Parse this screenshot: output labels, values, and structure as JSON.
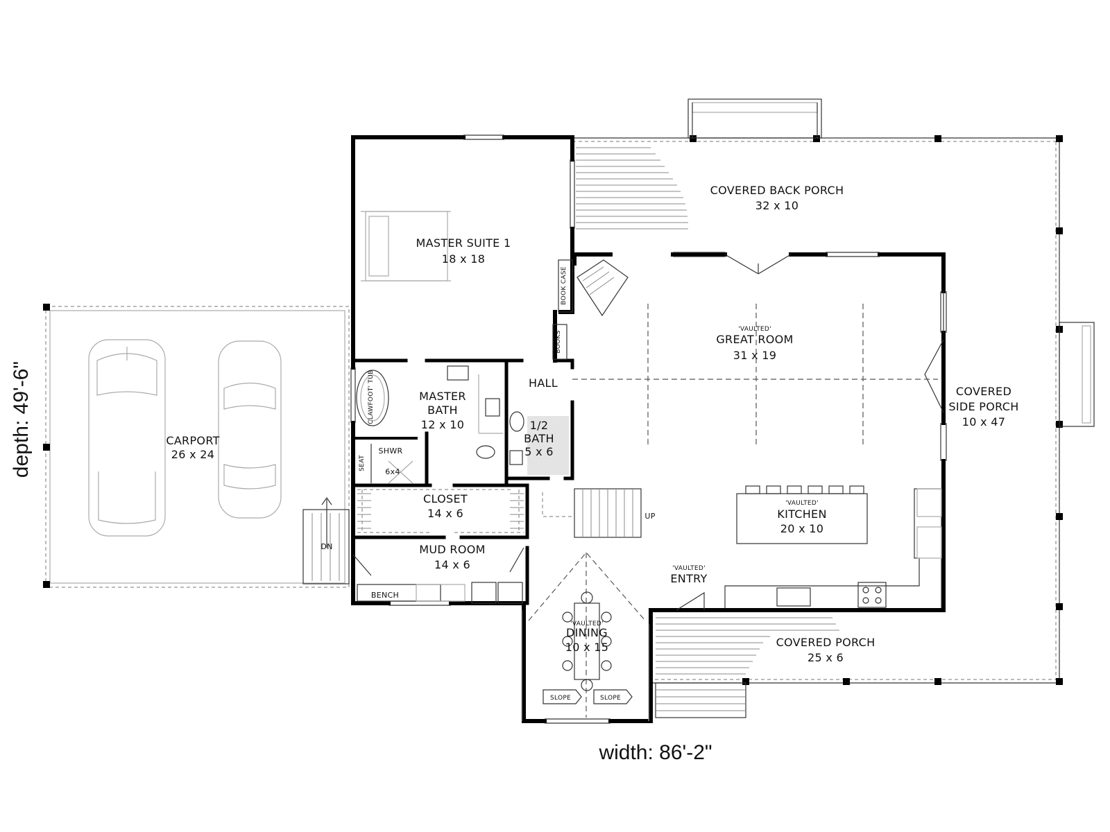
{
  "dimensions": {
    "width": "width: 86'-2\"",
    "depth": "depth: 49'-6\""
  },
  "rooms": {
    "back_porch": {
      "name": "COVERED BACK PORCH",
      "size": "32 x 10"
    },
    "master_suite": {
      "name": "MASTER SUITE 1",
      "size": "18 x 18"
    },
    "great_room": {
      "tag": "'VAULTED'",
      "name": "GREAT ROOM",
      "size": "31 x 19"
    },
    "side_porch": {
      "name1": "COVERED",
      "name2": "SIDE PORCH",
      "size": "10 x 47"
    },
    "carport": {
      "name": "CARPORT",
      "size": "26 x 24"
    },
    "master_bath": {
      "name1": "MASTER",
      "name2": "BATH",
      "size": "12 x 10"
    },
    "hall": {
      "name": "HALL"
    },
    "half_bath": {
      "name1": "1/2",
      "name2": "BATH",
      "size": "5 x 6"
    },
    "shower": {
      "name": "SHWR",
      "size": "6x4"
    },
    "closet": {
      "name": "CLOSET",
      "size": "14 x 6"
    },
    "kitchen": {
      "tag": "'VAULTED'",
      "name": "KITCHEN",
      "size": "20 x 10"
    },
    "mud_room": {
      "name": "MUD ROOM",
      "size": "14 x 6"
    },
    "entry": {
      "tag": "'VAULTED'",
      "name": "ENTRY"
    },
    "dining": {
      "tag": "'VAULTED'",
      "name": "DINING",
      "size": "10 x 15"
    },
    "front_porch": {
      "name": "COVERED PORCH",
      "size": "25 x 6"
    }
  },
  "labels": {
    "bookcase": "BOOK CASE",
    "books": "BOOKS",
    "bench": "BENCH",
    "seat": "SEAT",
    "tub": "'CLAWFOOT' TUB",
    "up": "UP",
    "down": "DN",
    "slope_left": "SLOPE",
    "slope_right": "SLOPE"
  }
}
